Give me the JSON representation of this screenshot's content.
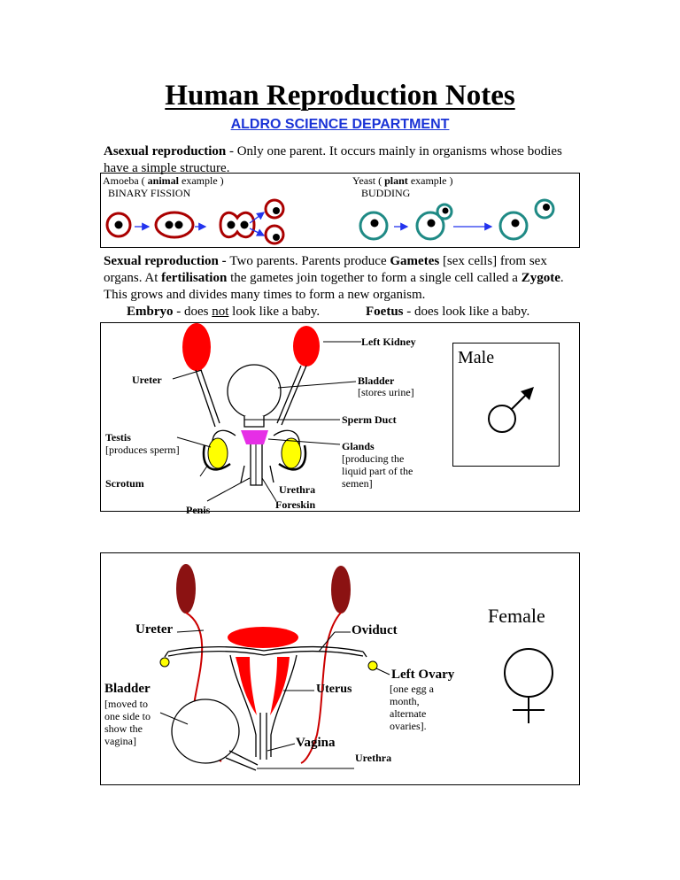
{
  "header": {
    "title": "Human Reproduction Notes",
    "department": "ALDRO SCIENCE DEPARTMENT"
  },
  "asexual": {
    "term": "Asexual reproduction",
    "text": " - Only one parent. It occurs mainly in organisms whose bodies have a simple structure.",
    "amoeba_pre": "Amoeba ( ",
    "amoeba_bold": "animal",
    "amoeba_post": " example )",
    "amoeba_method": "BINARY FISSION",
    "yeast_pre": "Yeast ( ",
    "yeast_bold": "plant",
    "yeast_post": " example )",
    "yeast_method": "BUDDING"
  },
  "sexual": {
    "term": "Sexual reproduction - ",
    "t1": "Two parents. Parents produce ",
    "gametes": "Gametes",
    "t2": " [sex cells] from sex organs. At ",
    "fertilisation": "fertilisation",
    "t3": " the gametes join together to form a single cell called a ",
    "zygote": "Zygote",
    "t4": ". This grows and divides many times to form a new organism.",
    "embryo": "Embryo",
    "embryo_text_a": " - does ",
    "embryo_not": "not",
    "embryo_text_b": " look like a baby.",
    "foetus": "Foetus",
    "foetus_text": " - does look like a baby."
  },
  "male": {
    "heading": "Male",
    "symbol": "♂",
    "left_kidney": "Left Kidney",
    "ureter": "Ureter",
    "bladder": "Bladder",
    "bladder_note": "[stores urine]",
    "sperm_duct": "Sperm Duct",
    "testis": "Testis",
    "testis_note": "[produces sperm]",
    "glands": "Glands",
    "glands_note_1": "[producing the",
    "glands_note_2": "liquid part of the",
    "glands_note_3": "semen]",
    "scrotum": "Scrotum",
    "urethra": "Urethra",
    "foreskin": "Foreskin",
    "penis": "Penis"
  },
  "female": {
    "heading": "Female",
    "symbol": "♀",
    "ureter": "Ureter",
    "oviduct": "Oviduct",
    "left_ovary": "Left Ovary",
    "ovary_note_1": "[one egg a",
    "ovary_note_2": "month,",
    "ovary_note_3": "alternate",
    "ovary_note_4": "ovaries].",
    "bladder": "Bladder",
    "bladder_note_1": "[moved to",
    "bladder_note_2": "one side to",
    "bladder_note_3": "show the",
    "bladder_note_4": "vagina]",
    "uterus": "Uterus",
    "vagina": "Vagina",
    "urethra": "Urethra"
  },
  "colors": {
    "link_blue": "#1a33d6",
    "red": "#ff0000",
    "dark_red": "#8b1212",
    "teal": "#1f8a85",
    "magenta": "#e62ee6",
    "yellow": "#ffff00",
    "arrow_blue": "#2233ee"
  }
}
